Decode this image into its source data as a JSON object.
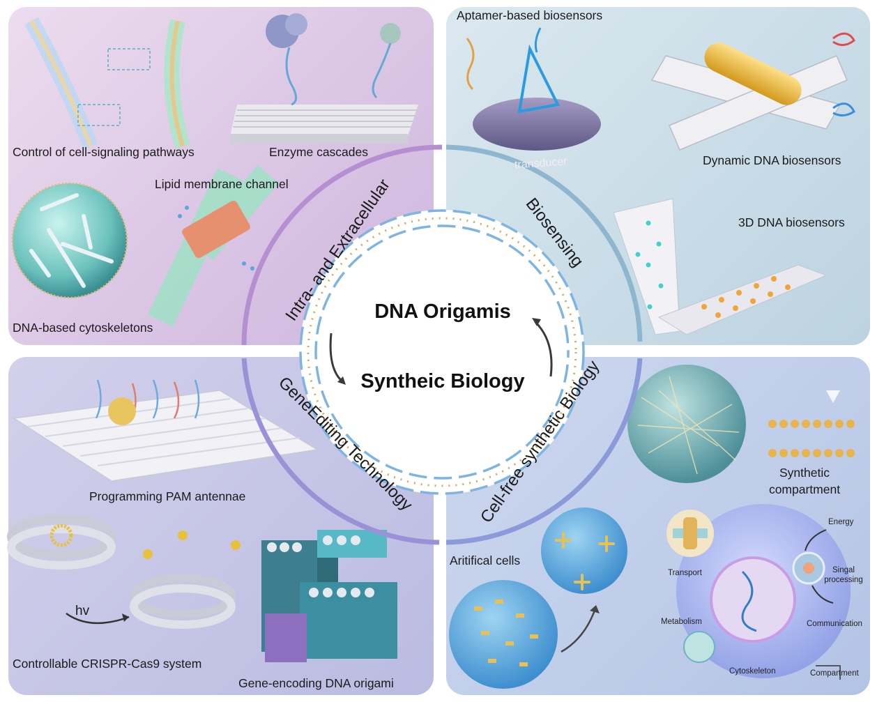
{
  "center": {
    "title": "DNA Origamis",
    "subtitle": "Syntheic Biology"
  },
  "ring": {
    "top_left": "Intra- and Extracellular",
    "top_right": "Biosensing",
    "bottom_left": "GeneEditing Technology",
    "bottom_right": "Cell-free synthetic Biology"
  },
  "panels": {
    "top_left": {
      "signaling": "Control of cell-signaling pathways",
      "enzyme": "Enzyme cascades",
      "lipid": "Lipid membrane channel",
      "cytoskeleton": "DNA-based cytoskeletons"
    },
    "top_right": {
      "aptamer": "Aptamer-based biosensors",
      "transducer": "transducer",
      "dynamic": "Dynamic DNA biosensors",
      "threed": "3D DNA biosensors"
    },
    "bottom_left": {
      "pam": "Programming PAM antennae",
      "hv": "hv",
      "crispr": "Controllable CRISPR-Cas9 system",
      "gene_encoding": "Gene-encoding DNA origami"
    },
    "bottom_right": {
      "compartment_line1": "Synthetic",
      "compartment_line2": "compartment",
      "artificial": "Aritifical cells",
      "energy": "Energy",
      "transport": "Transport",
      "signal_line1": "Singal",
      "signal_line2": "processing",
      "communication": "Communication",
      "metabolism": "Metabolism",
      "cytoskeleton": "Cytoskeleton",
      "compartment": "Compartment"
    }
  },
  "colors": {
    "ring_tl": "#b58fd0",
    "ring_tr": "#8fb6cf",
    "ring_bl": "#9a91d6",
    "ring_br": "#8b9ad8",
    "dna_strand": "#7fb4e0",
    "dna_base": "#d9a85a"
  }
}
